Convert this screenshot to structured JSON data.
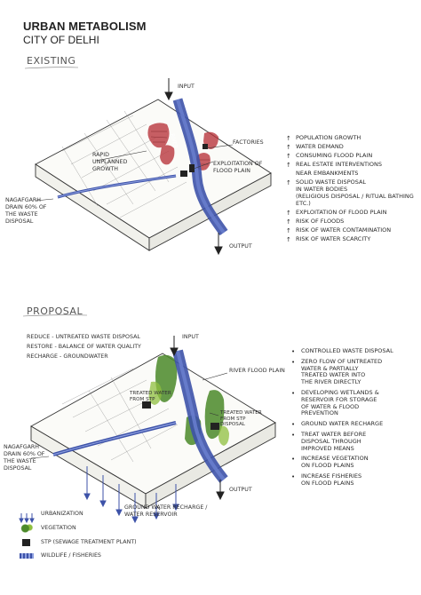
{
  "header": {
    "title": "URBAN METABOLISM",
    "subtitle": "CITY OF DELHI"
  },
  "existing": {
    "section_label": "EXISTING",
    "input_label": "INPUT",
    "output_label": "OUTPUT",
    "rapid_growth_label": "RAPID UNPLANNED GROWTH",
    "factories_label": "FACTORIES",
    "exploitation_label": "EXPLOITATION OF FLOOD PLAIN",
    "river_label": "RIVER",
    "drain_label": "NAGAFGARH DRAIN 60% OF THE WASTE DISPOSAL",
    "issues": [
      {
        "marker": "↑",
        "lines": [
          "POPULATION GROWTH"
        ]
      },
      {
        "marker": "↑",
        "lines": [
          "WATER DEMAND"
        ]
      },
      {
        "marker": "↑",
        "lines": [
          "CONSUMING FLOOD PLAIN"
        ]
      },
      {
        "marker": "↑",
        "lines": [
          "REAL ESTATE INTERVENTIONS"
        ]
      },
      {
        "marker": "",
        "lines": [
          "NEAR EMBANKMENTS"
        ]
      },
      {
        "marker": "↑",
        "lines": [
          "SOLID WASTE DISPOSAL",
          "IN WATER BODIES",
          "(RELIGIOUS DISPOSAL / RITUAL BATHING ETC.)"
        ]
      },
      {
        "marker": "↑",
        "lines": [
          "EXPLOITATION OF FLOOD PLAIN"
        ]
      },
      {
        "marker": "↑",
        "lines": [
          "RISK OF FLOODS"
        ]
      },
      {
        "marker": "↑",
        "lines": [
          "RISK OF WATER CONTAMINATION"
        ]
      },
      {
        "marker": "↑",
        "lines": [
          "RISK OF WATER SCARCITY"
        ]
      }
    ]
  },
  "proposal": {
    "section_label": "PROPOSAL",
    "input_label": "INPUT",
    "output_label": "OUTPUT",
    "strategies": [
      {
        "key": "REDUCE",
        "value": "UNTREATED WASTE DISPOSAL"
      },
      {
        "key": "RESTORE",
        "value": "BALANCE OF WATER QUALITY"
      },
      {
        "key": "RECHARGE",
        "value": "GROUNDWATER"
      }
    ],
    "river_flood_plain_label": "RIVER FLOOD PLAIN",
    "treated_water_label": "TREATED WATER FROM STP",
    "treated_water_disposal_label": "TREATED WATER FROM STP DISPOSAL",
    "drain_label": "NAGAFGARH DRAIN 60% OF THE WASTE DISPOSAL",
    "recharge_label": "GROUND WATER RECHARGE / WATER RESERVOIR",
    "actions": [
      {
        "lines": [
          "CONTROLLED WASTE DISPOSAL"
        ]
      },
      {
        "lines": [
          "ZERO FLOW OF UNTREATED",
          "WATER & PARTIALLY",
          "TREATED WATER INTO",
          "THE RIVER DIRECTLY"
        ]
      },
      {
        "lines": [
          "DEVELOPING WETLANDS &",
          "RESERVOIR FOR STORAGE",
          "OF WATER & FLOOD",
          "PREVENTION"
        ]
      },
      {
        "lines": [
          "GROUND WATER RECHARGE"
        ]
      },
      {
        "lines": [
          "TREAT WATER BEFORE",
          "DISPOSAL THROUGH",
          "IMPROVED MEANS"
        ]
      },
      {
        "lines": [
          "INCREASE VEGETATION",
          "ON FLOOD PLAINS"
        ]
      },
      {
        "lines": [
          "INCREASE FISHERIES",
          "ON FLOOD PLAINS"
        ]
      }
    ]
  },
  "legend": [
    {
      "icon": "urbanization-icon",
      "label": "URBANIZATION"
    },
    {
      "icon": "vegetation-icon",
      "label": "VEGETATION"
    },
    {
      "icon": "stp-icon",
      "label": "STP (SEWAGE TREATMENT PLANT)"
    },
    {
      "icon": "wildlife-icon",
      "label": "WILDLIFE / FISHERIES"
    }
  ],
  "colors": {
    "river": "#3d52a8",
    "river_light": "#6a7fcf",
    "urban": "#b8333a",
    "vegetation": "#4c8a2a",
    "vegetation_light": "#8fbf3f",
    "ink": "#2b2b2b"
  }
}
